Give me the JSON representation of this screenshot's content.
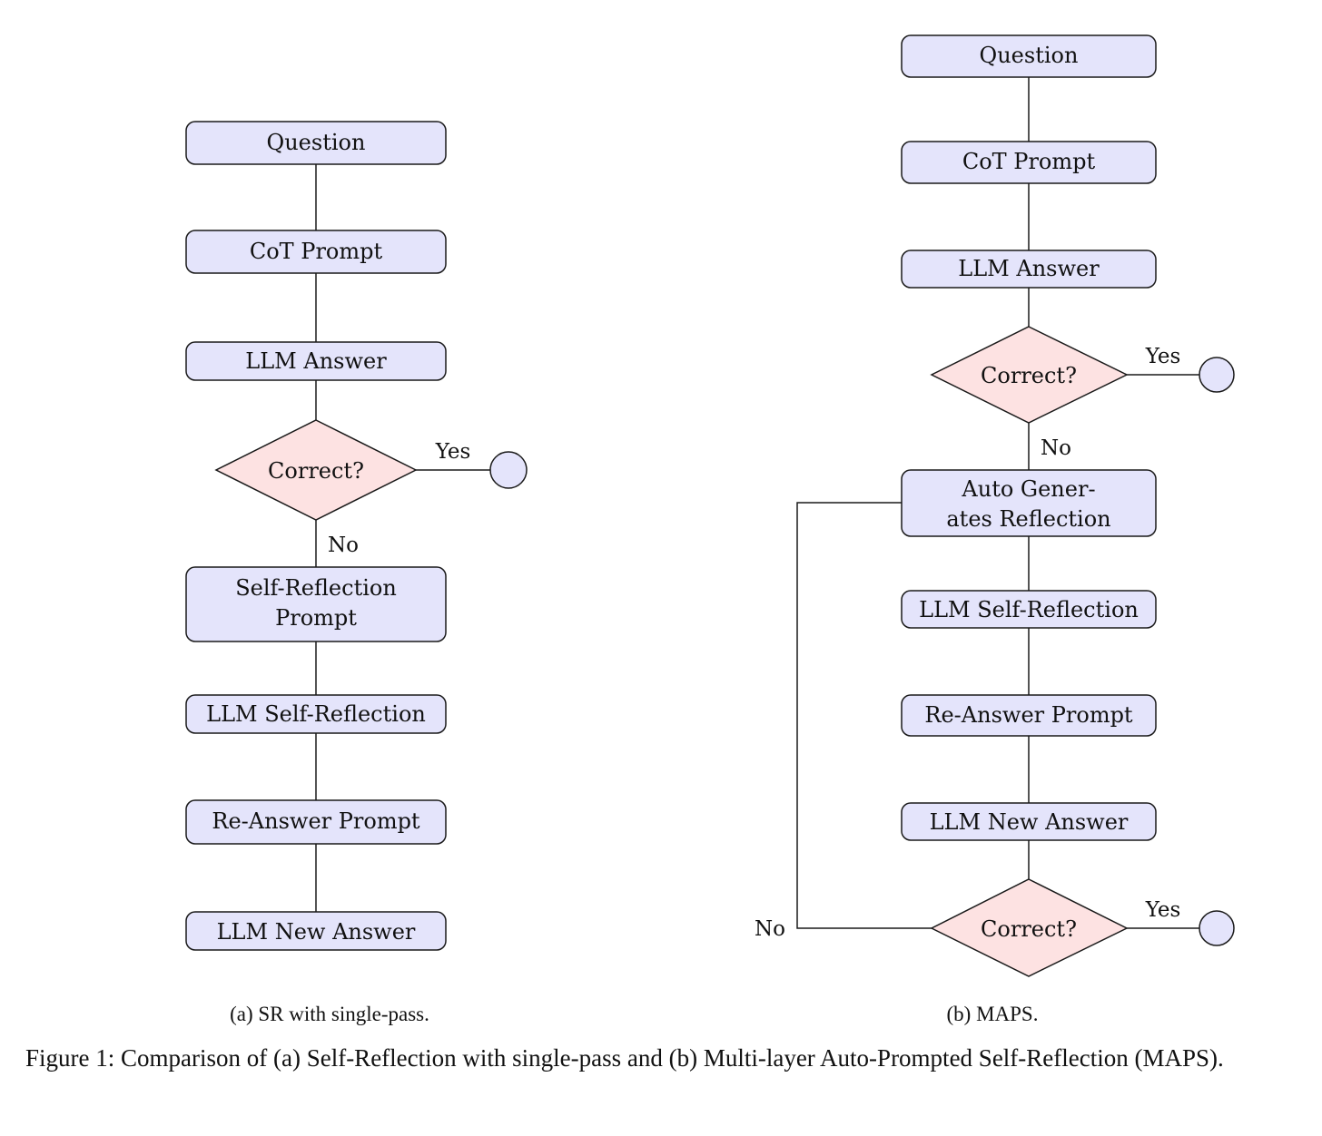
{
  "colors": {
    "box_fill": "#e4e4fb",
    "diamond_fill": "#fde2e2",
    "terminal_fill": "#e4e4fb",
    "stroke": "#1a1a1a"
  },
  "left": {
    "question": "Question",
    "cot_prompt": "CoT Prompt",
    "llm_answer": "LLM Answer",
    "correct": "Correct?",
    "yes": "Yes",
    "no": "No",
    "self_reflection_prompt_1": "Self-Reflection",
    "self_reflection_prompt_2": "Prompt",
    "llm_self_reflection": "LLM Self-Reflection",
    "re_answer_prompt": "Re-Answer Prompt",
    "llm_new_answer": "LLM New Answer",
    "subcaption": "(a) SR with single-pass."
  },
  "right": {
    "question": "Question",
    "cot_prompt": "CoT Prompt",
    "llm_answer": "LLM Answer",
    "correct_1": "Correct?",
    "yes_1": "Yes",
    "no_1": "No",
    "auto_generates_1": "Auto Gener-",
    "auto_generates_2": "ates Reflection",
    "llm_self_reflection": "LLM Self-Reflection",
    "re_answer_prompt": "Re-Answer Prompt",
    "llm_new_answer": "LLM New Answer",
    "correct_2": "Correct?",
    "yes_2": "Yes",
    "no_2": "No",
    "subcaption": "(b) MAPS."
  },
  "caption": "Figure 1: Comparison of (a) Self-Reflection with single-pass and (b) Multi-layer Auto-Prompted Self-Reflection (MAPS)."
}
